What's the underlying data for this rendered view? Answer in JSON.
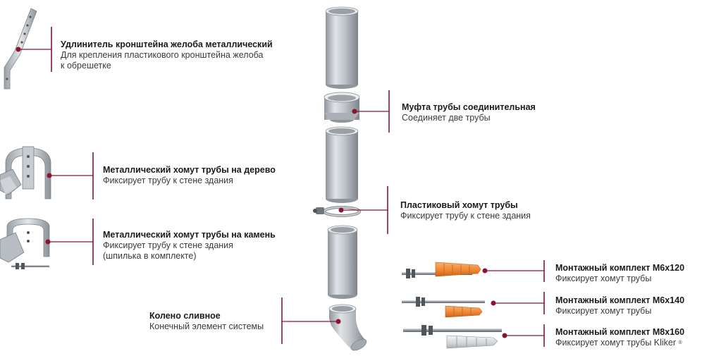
{
  "colors": {
    "accent": "#8a1530",
    "metal": "#b7bdc4",
    "plastic_orange": "#f08a35",
    "plastic_grey": "#d9dcdf"
  },
  "labels": {
    "extender": {
      "title": "Удлинитель кронштейна желоба металлический",
      "line1": "Для крепления пластикового кронштейна желоба",
      "line2": "к обрешетке"
    },
    "coupling": {
      "title": "Муфта трубы соединительная",
      "line1": "Соединяет две трубы"
    },
    "clamp_wood": {
      "title": "Металлический хомут трубы на дерево",
      "line1": "Фиксирует трубу к стене здания"
    },
    "clamp_plastic": {
      "title": "Пластиковый хомут трубы",
      "line1": "Фиксирует трубу к стене здания"
    },
    "clamp_stone": {
      "title": "Металлический хомут трубы на камень",
      "line1": "Фиксирует трубу к стене здания",
      "line2": "(шпилька в комплекте)"
    },
    "kit_m6x120": {
      "title": "Монтажный комплект М6х120",
      "line1": "Фиксирует хомут трубы"
    },
    "kit_m6x140": {
      "title": "Монтажный комплект М6х140",
      "line1": "Фиксирует хомут трубы"
    },
    "kit_m8x160": {
      "title": "Монтажный комплект М8х160",
      "line1": "Фиксирует хомут трубы Kliker",
      "mark": "®"
    },
    "elbow": {
      "title": "Колено сливное",
      "line1": "Конечный элемент системы"
    }
  }
}
